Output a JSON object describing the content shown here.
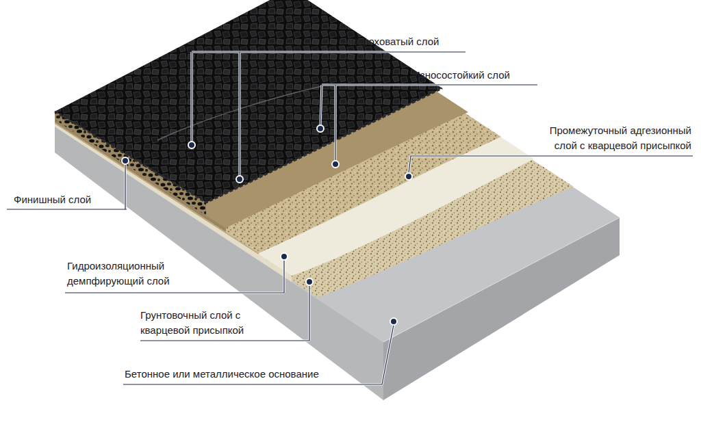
{
  "diagram": {
    "labels": [
      "Шероховатый слой",
      "Износостойкий слой",
      "Промежуточный адгезионный слой с кварцевой присыпкой",
      "Финишный слой",
      "Гидроизоляционный демпфирующий слой",
      "Грунтовочный слой с кварцевой присыпкой",
      "Бетонное или металлическое основание"
    ]
  }
}
